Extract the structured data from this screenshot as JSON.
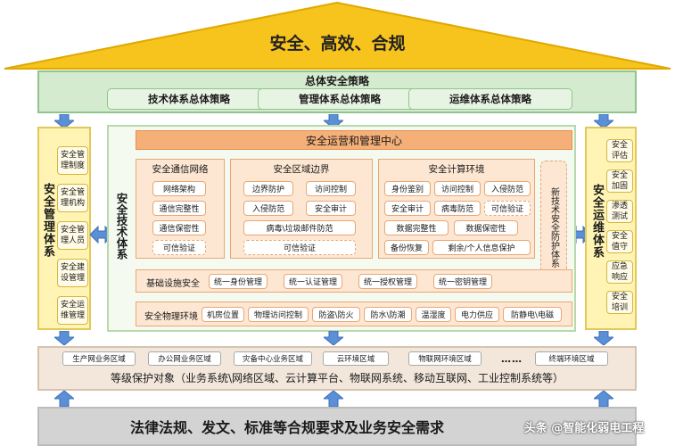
{
  "roof": {
    "title": "安全、高效、合规"
  },
  "strategy": {
    "title": "总体安全策略",
    "items": [
      "技术体系总体策略",
      "管理体系总体策略",
      "运维体系总体策略"
    ]
  },
  "management": {
    "label": "安全管理体系",
    "items": [
      "安全管理制度",
      "安全管理机构",
      "安全管理人员",
      "安全建设管理",
      "安全运维管理"
    ]
  },
  "operations": {
    "label": "安全运维体系",
    "items": [
      "安全评估",
      "安全加固",
      "渗透测试",
      "安全值守",
      "应急响应",
      "安全培训"
    ]
  },
  "technology": {
    "label": "安全技术体系",
    "ops_center": "安全运营和管理中心",
    "comm": {
      "title": "安全通信网络",
      "items": [
        "网络架构",
        "通信完整性",
        "通信保密性",
        "可信验证"
      ]
    },
    "boundary": {
      "title": "安全区域边界",
      "items": [
        "边界防护",
        "访问控制",
        "入侵防范",
        "安全审计",
        "病毒\\垃圾邮件防范",
        "可信验证"
      ]
    },
    "compute": {
      "title": "安全计算环境",
      "items": [
        "身份鉴别",
        "访问控制",
        "入侵防范",
        "安全审计",
        "病毒防范",
        "可信验证",
        "数据完整性",
        "数据保密性",
        "备份恢复",
        "剩余/个人信息保护"
      ]
    },
    "new_tech": "新技术安全防护体系",
    "infra": {
      "label": "基础设施安全",
      "items": [
        "统一身份管理",
        "统一认证管理",
        "统一授权管理",
        "统一密钥管理"
      ]
    },
    "physical": {
      "label": "安全物理环境",
      "items": [
        "机房位置",
        "物理访问控制",
        "防盗\\防火",
        "防水\\防潮",
        "温湿度",
        "电力供应",
        "防静电\\电磁"
      ]
    }
  },
  "protection": {
    "zones": [
      "生产网业务区域",
      "办公网业务区域",
      "灾备中心业务区域",
      "云环境区域",
      "物联网环境区域",
      "终端环境区域"
    ],
    "dots": "……",
    "text": "等级保护对象（业务系统\\网络区域、云计算平台、物联网系统、移动互联网、工业控制系统等）"
  },
  "bottom": {
    "text": "法律法规、发文、标准等合规要求及业务安全需求"
  },
  "watermark": "头条 @智能化弱电工程",
  "colors": {
    "roof": "#f7c31d",
    "strategy": "#d5ebd0",
    "side": "#fff4b3",
    "tech_zone": "#fde7d3",
    "ops_center": "#f5b079",
    "arrow": "#5b8fd6",
    "bottom": "#d3d3d3"
  }
}
